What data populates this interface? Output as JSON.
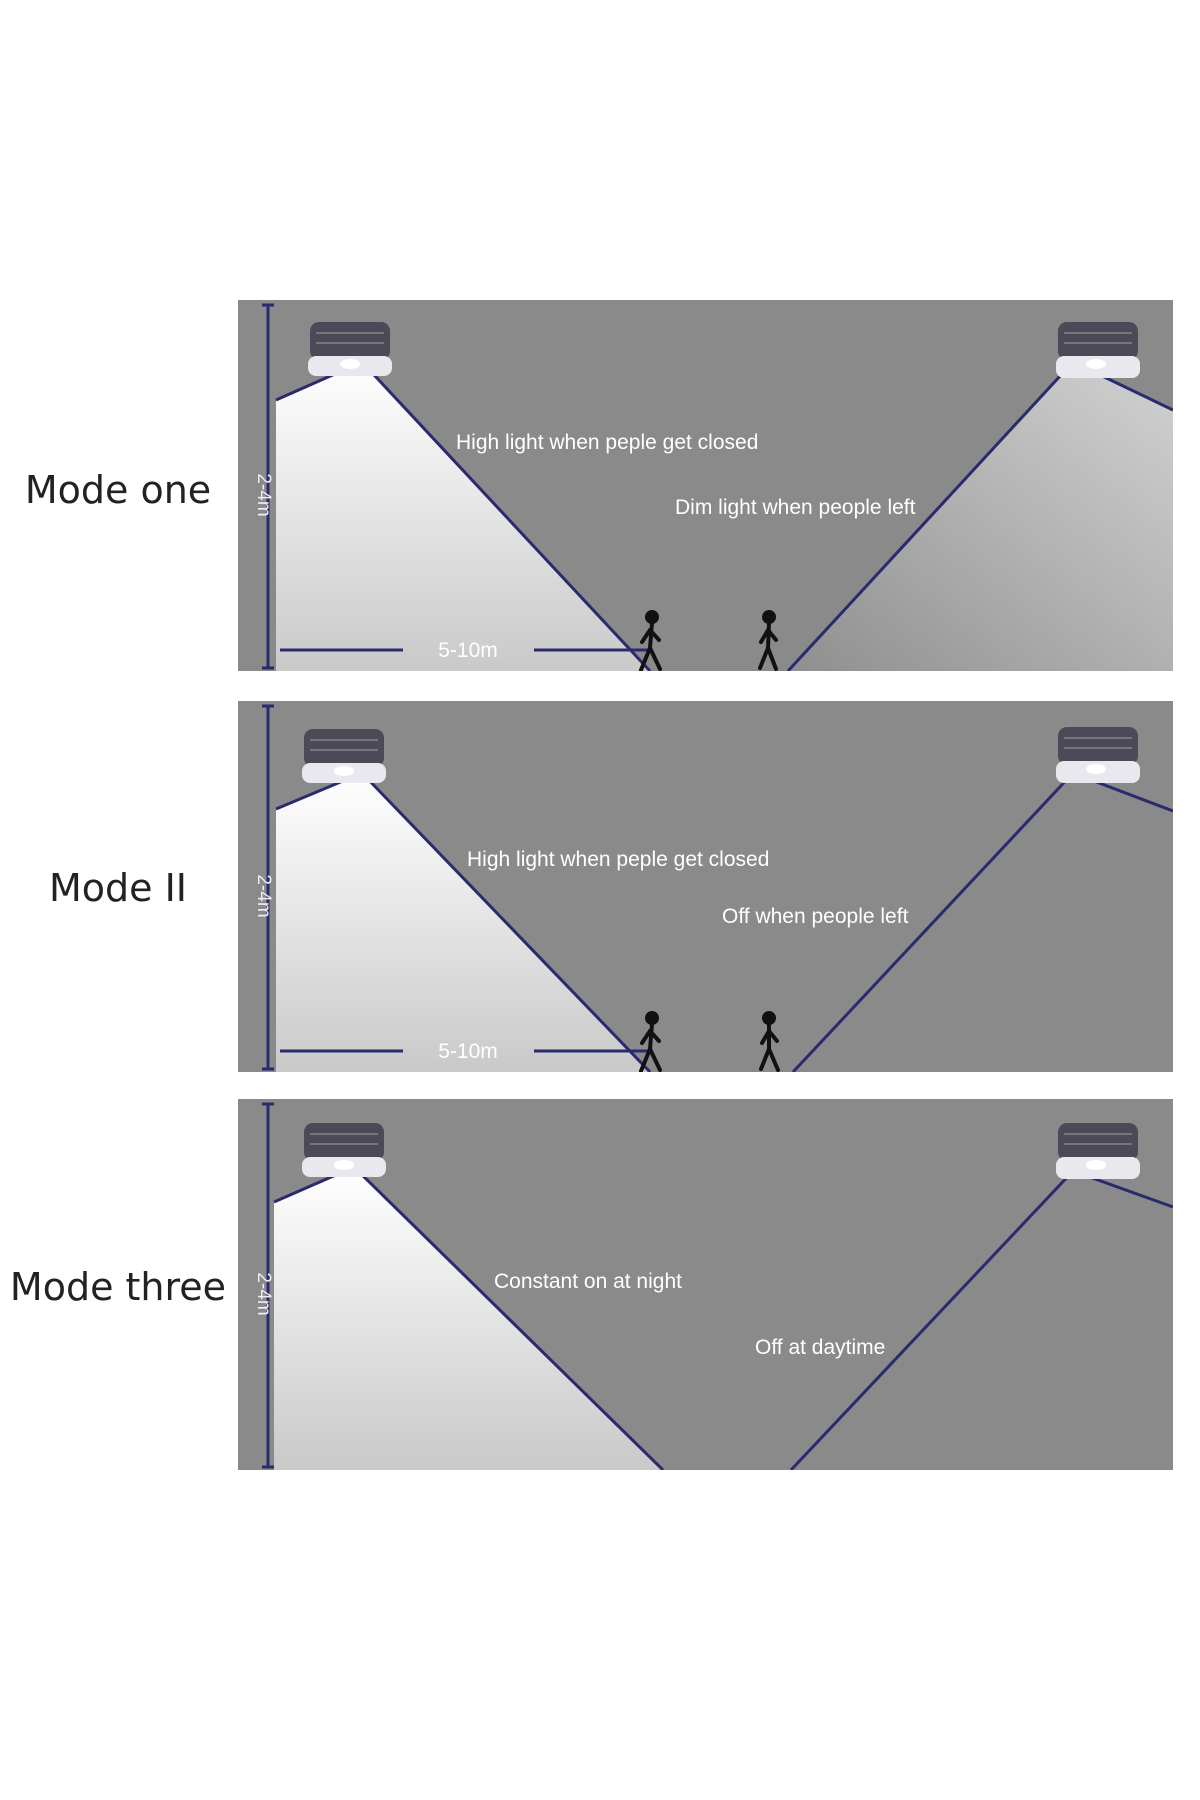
{
  "colors": {
    "background": "#ffffff",
    "panel": "#8a8a8a",
    "beam_line": "#2a2a6e",
    "label_text": "#222222",
    "note_text": "#ffffff"
  },
  "modes": [
    {
      "label": "Mode one",
      "height_label": "2-4m",
      "distance_label": "5-10m",
      "note_left": "High light when peple get closed",
      "note_right": "Dim light when people left",
      "shows_people": true
    },
    {
      "label": "Mode II",
      "height_label": "2-4m",
      "distance_label": "5-10m",
      "note_left": "High light when peple get closed",
      "note_right": "Off when people left",
      "shows_people": true
    },
    {
      "label": "Mode three",
      "height_label": "2-4m",
      "distance_label": "",
      "note_left": "Constant on at night",
      "note_right": "Off at daytime",
      "shows_people": false
    }
  ]
}
